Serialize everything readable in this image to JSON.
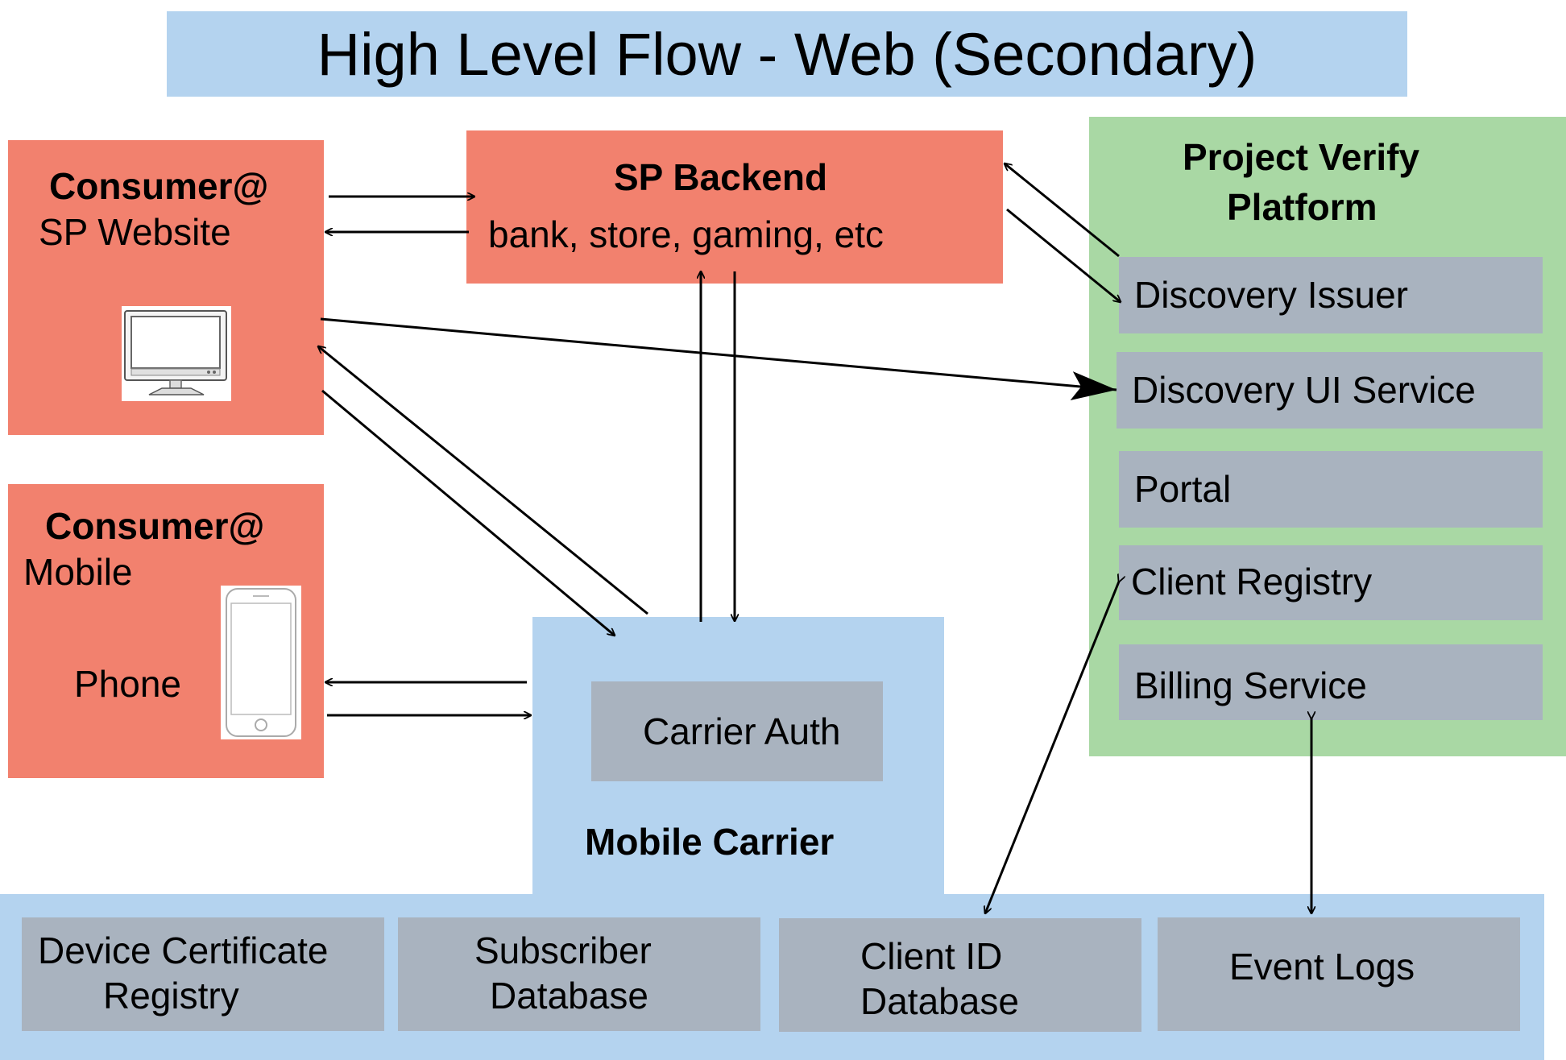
{
  "title": "High Level Flow - Web (Secondary)",
  "consumer_web": {
    "heading": "Consumer@",
    "subheading": "SP Website",
    "icon": "monitor-icon"
  },
  "consumer_mobile": {
    "heading": "Consumer@",
    "subheading": "Mobile",
    "phone_label": "Phone",
    "icon": "smartphone-icon"
  },
  "sp_backend": {
    "title": "SP Backend",
    "subtitle": "bank, store, gaming, etc"
  },
  "platform": {
    "title_line1": "Project Verify",
    "title_line2": "Platform",
    "services": [
      "Discovery Issuer",
      "Discovery UI Service",
      "Portal",
      "Client Registry",
      "Billing Service"
    ]
  },
  "carrier": {
    "inner": "Carrier Auth",
    "title": "Mobile Carrier"
  },
  "databases": [
    {
      "line1": "Device Certificate",
      "line2": "Registry"
    },
    {
      "line1": "Subscriber",
      "line2": "Database"
    },
    {
      "line1": "Client ID",
      "line2": "Database"
    },
    {
      "line1": "Event Logs",
      "line2": ""
    }
  ],
  "colors": {
    "red": "#f2816e",
    "blue": "#b4d3ef",
    "green": "#a9d8a4",
    "grey": "#a9b3bf"
  }
}
